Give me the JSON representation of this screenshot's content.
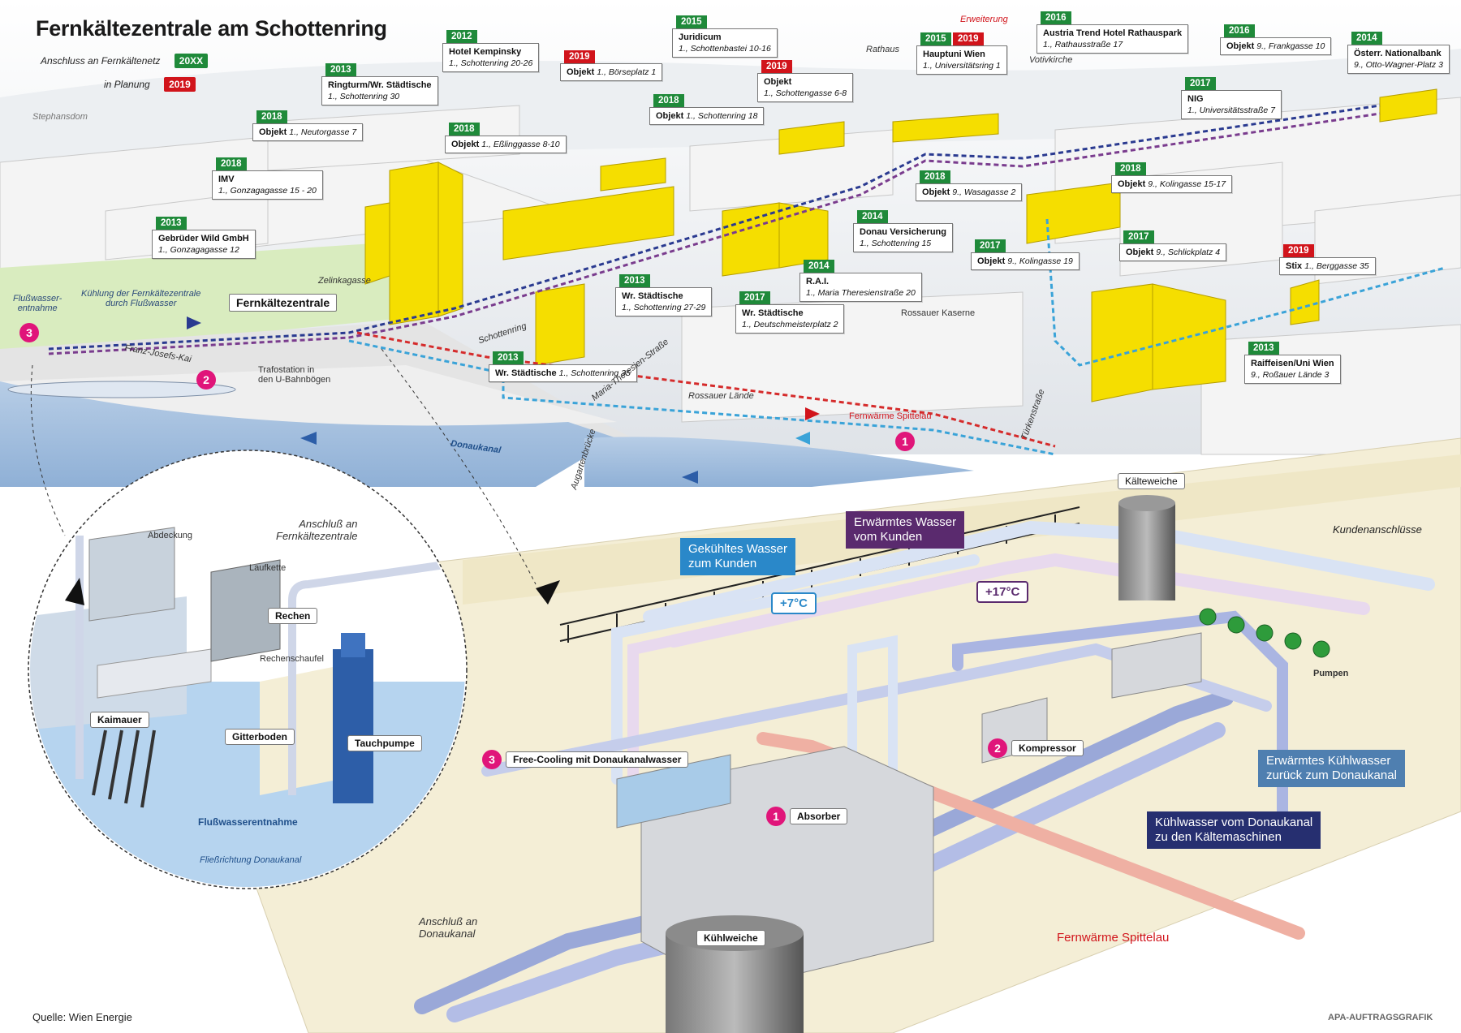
{
  "title": "Fernkältezentrale am Schottenring",
  "legend": {
    "connected_label": "Anschluss an Fernkältenetz",
    "connected_badge": "20XX",
    "planned_label": "in Planung",
    "planned_badge": "2019"
  },
  "colors": {
    "green": "#1f8a3a",
    "red": "#d1141b",
    "building": "#f5de00",
    "pink": "#e0157a",
    "blue_box": "#2a88c9",
    "purple_box": "#5a2a6e",
    "navy_box": "#262f70",
    "steel_box": "#4f7fb0"
  },
  "buildings": [
    {
      "year": "2013",
      "name": "Gebrüder Wild GmbH",
      "addr": "1., Gonzagagasse 12"
    },
    {
      "year": "2018",
      "name": "IMV",
      "addr": "1., Gonzagagasse 15 - 20"
    },
    {
      "year": "2018",
      "name": "Objekt",
      "addr": "1., Neutorgasse 7"
    },
    {
      "year": "2013",
      "name": "Ringturm/Wr. Städtische",
      "addr": "1., Schottenring 30"
    },
    {
      "year": "2018",
      "name": "Objekt",
      "addr": "1., Eßlinggasse 8-10"
    },
    {
      "year": "2012",
      "name": "Hotel Kempinsky",
      "addr": "1., Schottenring 20-26"
    },
    {
      "year": "2019",
      "name": "Objekt",
      "addr": "1., Börseplatz 1"
    },
    {
      "year": "2018",
      "name": "Objekt",
      "addr": "1., Schottenring 18"
    },
    {
      "year": "2015",
      "name": "Juridicum",
      "addr": "1., Schottenbastei 10-16"
    },
    {
      "year": "2019",
      "name": "Objekt",
      "addr": "1., Schottengasse 6-8"
    },
    {
      "year": "2015",
      "year2": "2019",
      "name": "Hauptuni Wien",
      "addr": "1., Universitätsring 1"
    },
    {
      "year": "2016",
      "name": "Austria Trend Hotel Rathauspark",
      "addr": "1., Rathausstraße 17"
    },
    {
      "year": "2017",
      "name": "NIG",
      "addr": "1., Universitätsstraße 7"
    },
    {
      "year": "2016",
      "name": "Objekt",
      "addr": "9., Frankgasse 10"
    },
    {
      "year": "2014",
      "name": "Österr. Nationalbank",
      "addr": "9., Otto-Wagner-Platz 3"
    },
    {
      "year": "2018",
      "name": "Objekt",
      "addr": "9., Wasagasse 2"
    },
    {
      "year": "2018",
      "name": "Objekt",
      "addr": "9., Kolingasse 15-17"
    },
    {
      "year": "2014",
      "name": "Donau Versicherung",
      "addr": "1., Schottenring 15"
    },
    {
      "year": "2017",
      "name": "Objekt",
      "addr": "9., Kolingasse 19"
    },
    {
      "year": "2017",
      "name": "Objekt",
      "addr": "9., Schlickplatz 4"
    },
    {
      "year": "2014",
      "name": "R.A.I.",
      "addr": "1., Maria Theresienstraße 20"
    },
    {
      "year": "2013",
      "name": "Wr. Städtische",
      "addr": "1., Schottenring 27-29"
    },
    {
      "year": "2017",
      "name": "Wr. Städtische",
      "addr": "1., Deutschmeisterplatz 2"
    },
    {
      "year": "2013",
      "name": "Wr. Städtische",
      "addr": "1., Schottenring 35"
    },
    {
      "year": "2019",
      "name": "Stix",
      "addr": "1., Berggasse 35"
    },
    {
      "year": "2013",
      "name": "Raiffeisen/Uni Wien",
      "addr": "9., Roßauer Lände 3"
    }
  ],
  "places": {
    "stephansdom": "Stephansdom",
    "rathaus": "Rathaus",
    "votivkirche": "Votivkirche",
    "erweiterung": "Erweiterung",
    "zelinkagasse": "Zelinkagasse",
    "schottenring": "Schottenring",
    "franz_josefs_kai": "Franz-Josefs-Kai",
    "maria_theresien": "Maria-Theresien-Straße",
    "rossauer_laende": "Rossauer Lände",
    "rossauer_kaserne": "Rossauer Kaserne",
    "tuerkenstrasse": "Türkenstraße",
    "augartenbruecke": "Augartenbrücke",
    "donaukanal": "Donaukanal",
    "fernwaerme_top": "Fernwärme Spittelau",
    "flusswasser": "Flußwasser-\nentnahme",
    "kuehlung": "Kühlung der Fernkältezentrale\ndurch Flußwasser",
    "trafo": "Trafostation in\nden U-Bahnbögen",
    "fkz": "Fernkältezentrale"
  },
  "inset": {
    "abdeckung": "Abdeckung",
    "laufkette": "Laufkette",
    "anschluss": "Anschluß an\nFernkältezentrale",
    "rechen": "Rechen",
    "rechenschaufel": "Rechenschaufel",
    "kaimauer": "Kaimauer",
    "gitterboden": "Gitterboden",
    "tauchpumpe": "Tauchpumpe",
    "flusswasserentnahme": "Flußwasserentnahme",
    "fliessrichtung": "Fließrichtung Donaukanal"
  },
  "plant": {
    "kaelteweiche": "Kälteweiche",
    "kundenanschluesse": "Kundenanschlüsse",
    "pumpen": "Pumpen",
    "gekuehlt": "Gekühltes Wasser\nzum Kunden",
    "erwaermt": "Erwärmtes Wasser\nvom Kunden",
    "t7": "+7°C",
    "t17": "+17°C",
    "kompressor": "Kompressor",
    "free_cooling": "Free-Cooling mit Donaukanalwasser",
    "absorber": "Absorber",
    "erwaermtes_kuehl": "Erwärmtes Kühlwasser\nzurück zum Donaukanal",
    "kuehlwasser": "Kühlwasser vom Donaukanal\nzu den Kältemaschinen",
    "kuehlweiche": "Kühlweiche",
    "anschluss_dk": "Anschluß an\nDonaukanal",
    "fernwaerme": "Fernwärme Spittelau"
  },
  "numbers": {
    "n1": "1",
    "n2": "2",
    "n3": "3"
  },
  "source": "Quelle: Wien Energie",
  "credit": "APA-AUFTRAGSGRAFIK"
}
